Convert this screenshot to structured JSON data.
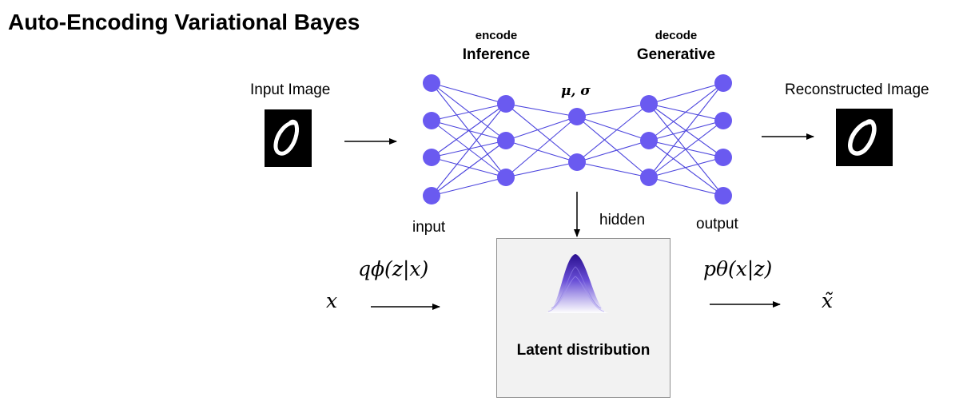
{
  "title": "Auto-Encoding Variational Bayes",
  "encoder": {
    "small_label": "encode",
    "label": "Inference"
  },
  "decoder": {
    "small_label": "decode",
    "label": "Generative"
  },
  "latent_params": "μ, σ",
  "layers": {
    "input": "input",
    "hidden": "hidden",
    "output": "output"
  },
  "input_image": {
    "label": "Input Image",
    "digit": "0"
  },
  "reconstructed_image": {
    "label": "Reconstructed Image",
    "digit": "0"
  },
  "latent": {
    "label": "Latent distribution"
  },
  "formula": {
    "x": "x",
    "q": "qϕ(z|x)",
    "p": "pθ(x|z)",
    "x_tilde": "x̃"
  },
  "colors": {
    "node": "#6a5af0",
    "edge": "#4b44dd",
    "arrow": "#000000",
    "bell": "#3a1fa3"
  },
  "network": {
    "layer_sizes": [
      4,
      3,
      2,
      3,
      4
    ]
  }
}
